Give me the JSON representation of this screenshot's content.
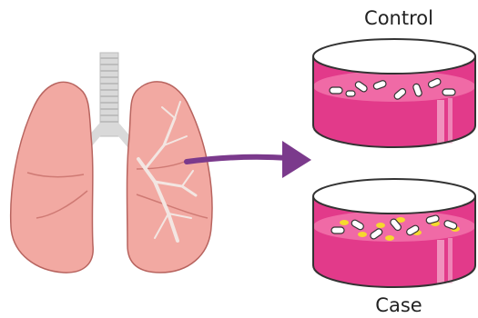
{
  "labels": {
    "control": "Control",
    "case": "Case"
  },
  "colors": {
    "lung_fill": "#f2a9a2",
    "lung_shade": "#e58d86",
    "lung_outline": "#b8645f",
    "trachea": "#d9d9d9",
    "trachea_ring": "#bdbdbd",
    "arrow": "#7b3a8c",
    "medium": "#e23a8a",
    "medium_top": "#f06aa6",
    "dish_rim": "#333333",
    "bacteria_case": "#f5d92e"
  },
  "icons": {
    "lungs": "lungs-illustration",
    "arrow": "transfer-arrow",
    "control_dish": "petri-dish-control",
    "case_dish": "petri-dish-case"
  }
}
